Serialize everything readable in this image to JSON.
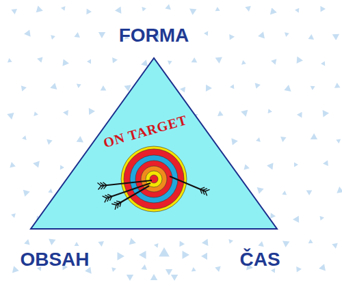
{
  "diagram": {
    "labels": [
      "FORMA",
      "OBSAH",
      "ČAS",
      "ON TARGET"
    ]
  }
}
